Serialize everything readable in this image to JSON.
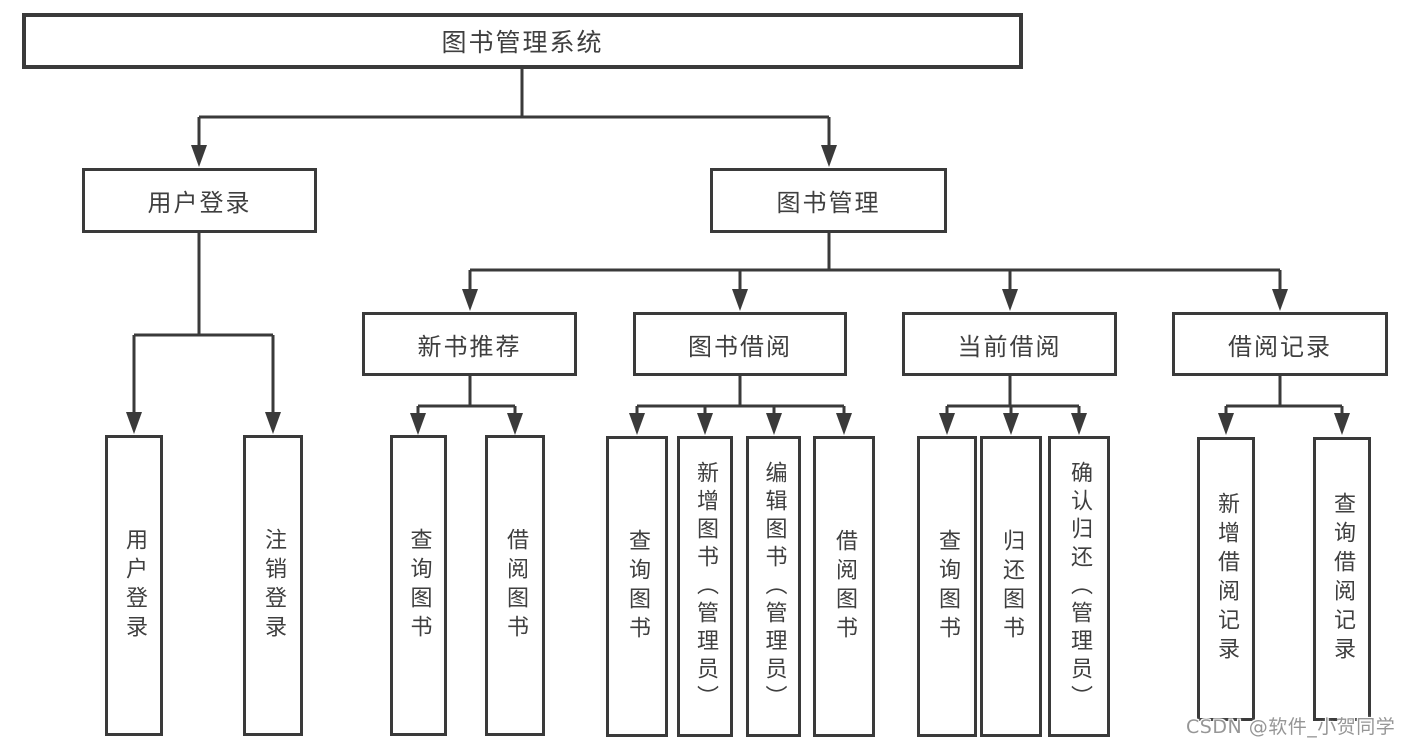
{
  "tree": {
    "root": {
      "label": "图书管理系统"
    },
    "branches": [
      {
        "label": "用户登录",
        "leaves": [
          {
            "label": "用户登录"
          },
          {
            "label": "注销登录"
          }
        ]
      },
      {
        "label": "图书管理",
        "groups": [
          {
            "label": "新书推荐",
            "leaves": [
              {
                "label": "查询图书"
              },
              {
                "label": "借阅图书"
              }
            ]
          },
          {
            "label": "图书借阅",
            "leaves": [
              {
                "label": "查询图书"
              },
              {
                "label": "新增图书（管理员）"
              },
              {
                "label": "编辑图书（管理员）"
              },
              {
                "label": "借阅图书"
              }
            ]
          },
          {
            "label": "当前借阅",
            "leaves": [
              {
                "label": "查询图书"
              },
              {
                "label": "归还图书"
              },
              {
                "label": "确认归还（管理员）"
              }
            ]
          },
          {
            "label": "借阅记录",
            "leaves": [
              {
                "label": "新增借阅记录"
              },
              {
                "label": "查询借阅记录"
              }
            ]
          }
        ]
      }
    ]
  },
  "watermark": {
    "text": "CSDN @软件_小贺同学"
  },
  "colors": {
    "line": "#3a3a3a",
    "text": "#3f3f3f",
    "background": "#ffffff",
    "watermark_text": "#969696"
  }
}
